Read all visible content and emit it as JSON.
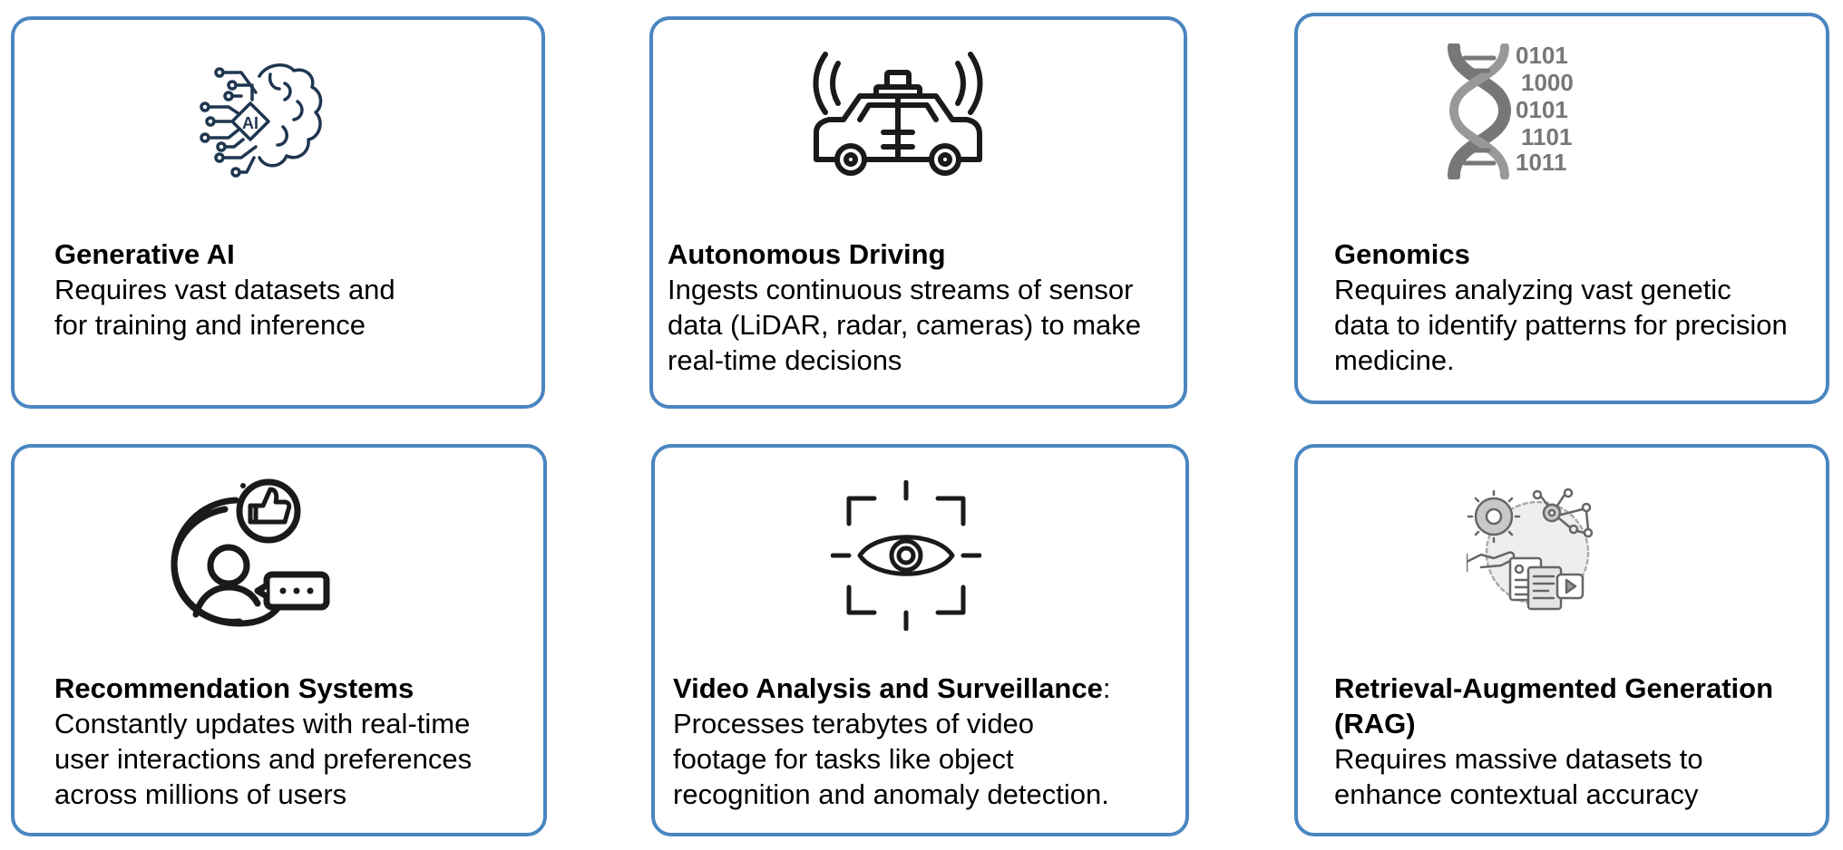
{
  "colors": {
    "border": "#4a86c0",
    "icon_dark": "#1a1a1a",
    "icon_navy": "#1f3650",
    "icon_gray": "#777777"
  },
  "cards": [
    {
      "title": "Generative AI",
      "title_suffix": "",
      "description": "Requires vast datasets and\nfor training and inference",
      "icon": "ai-brain-icon",
      "icon_text": "AI"
    },
    {
      "title": "Autonomous Driving",
      "title_suffix": "",
      "description": "Ingests continuous streams of sensor\ndata (LiDAR, radar, cameras) to make\nreal-time decisions",
      "icon": "autonomous-car-icon"
    },
    {
      "title": "Genomics",
      "title_suffix": "",
      "description": "Requires analyzing vast genetic\ndata to identify patterns for precision\nmedicine.",
      "icon": "dna-binary-icon",
      "icon_lines": [
        "0101",
        "1000",
        "0101",
        "1101",
        "1011"
      ]
    },
    {
      "title": "Recommendation Systems",
      "title_suffix": "",
      "description": "Constantly updates with real-time\nuser interactions and preferences\nacross millions of users",
      "icon": "user-thumbs-up-icon"
    },
    {
      "title": "Video Analysis and Surveillance",
      "title_suffix": ":",
      "description": "Processes terabytes of video\nfootage for tasks like object\nrecognition and anomaly detection.",
      "icon": "eye-focus-icon"
    },
    {
      "title": "Retrieval-Augmented Generation\n(RAG)",
      "title_suffix": "",
      "description": "Requires massive datasets to\nenhance contextual accuracy",
      "icon": "rag-gears-documents-icon"
    }
  ]
}
